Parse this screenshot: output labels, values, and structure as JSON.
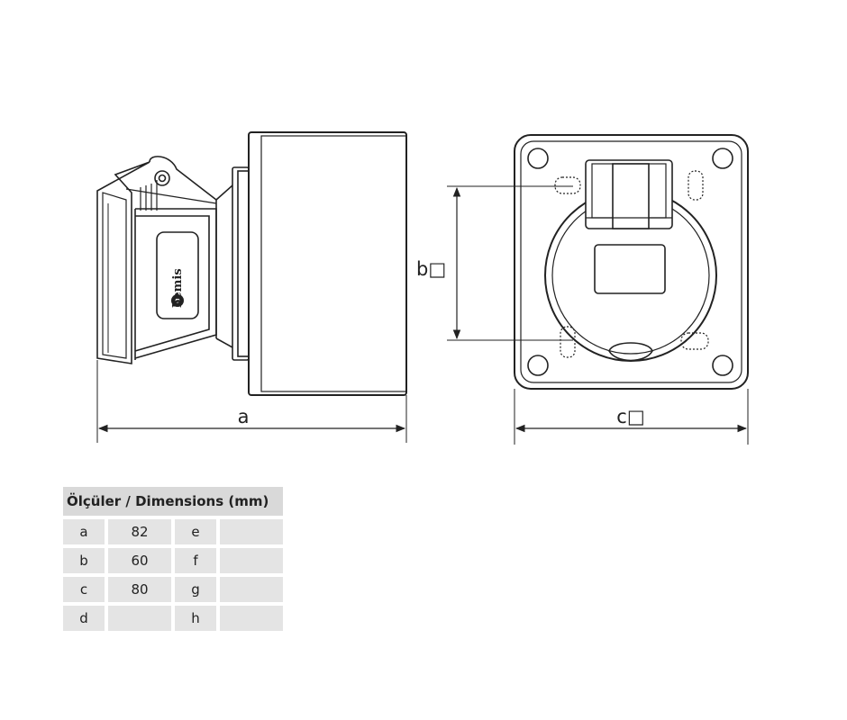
{
  "drawing": {
    "brand": "bemis",
    "labels": {
      "a": "a",
      "b": "b□",
      "c": "c□"
    }
  },
  "table": {
    "title": "Ölçüler / Dimensions (mm)",
    "rows": [
      {
        "k1": "a",
        "v1": "82",
        "k2": "e",
        "v2": ""
      },
      {
        "k1": "b",
        "v1": "60",
        "k2": "f",
        "v2": ""
      },
      {
        "k1": "c",
        "v1": "80",
        "k2": "g",
        "v2": ""
      },
      {
        "k1": "d",
        "v1": "",
        "k2": "h",
        "v2": ""
      }
    ]
  }
}
